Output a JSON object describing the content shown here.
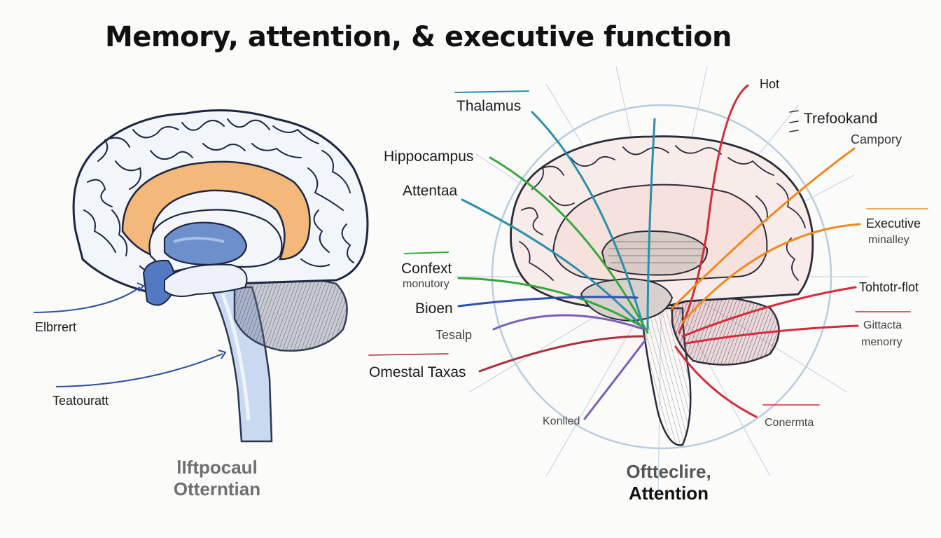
{
  "title": "Memory, attention, & executive function",
  "left_panel": {
    "labels": [
      "Elbrrert",
      "Teatouratt"
    ],
    "caption_line1": "lIftpocaul",
    "caption_line2": "Otterntian"
  },
  "right_panel": {
    "left_labels": [
      "Thalamus",
      "Hippocampus",
      "Attentaa",
      "Confext",
      "monutory",
      "Bioen",
      "Tesalp",
      "Omestal Taxas",
      "Konlled"
    ],
    "right_labels": [
      "Hot",
      "Trefookand",
      "Campory",
      "Executive",
      "minalley",
      "Tohtotr-flot",
      "Gittacta",
      "menorry",
      "Conermta"
    ],
    "caption_line1": "Oftteclire,",
    "caption_line2": "Attention"
  },
  "colors": {
    "cortex_fill": "#f1f4f8",
    "cingulate": "#f4b97a",
    "thalamus": "#5d83c4",
    "teal": "#2a8fa8",
    "green": "#36a83a",
    "blue": "#2f4fb0",
    "purple": "#7a5fb8",
    "red": "#d42c3a",
    "orange": "#ee8a1f",
    "maroon": "#a8303a"
  }
}
